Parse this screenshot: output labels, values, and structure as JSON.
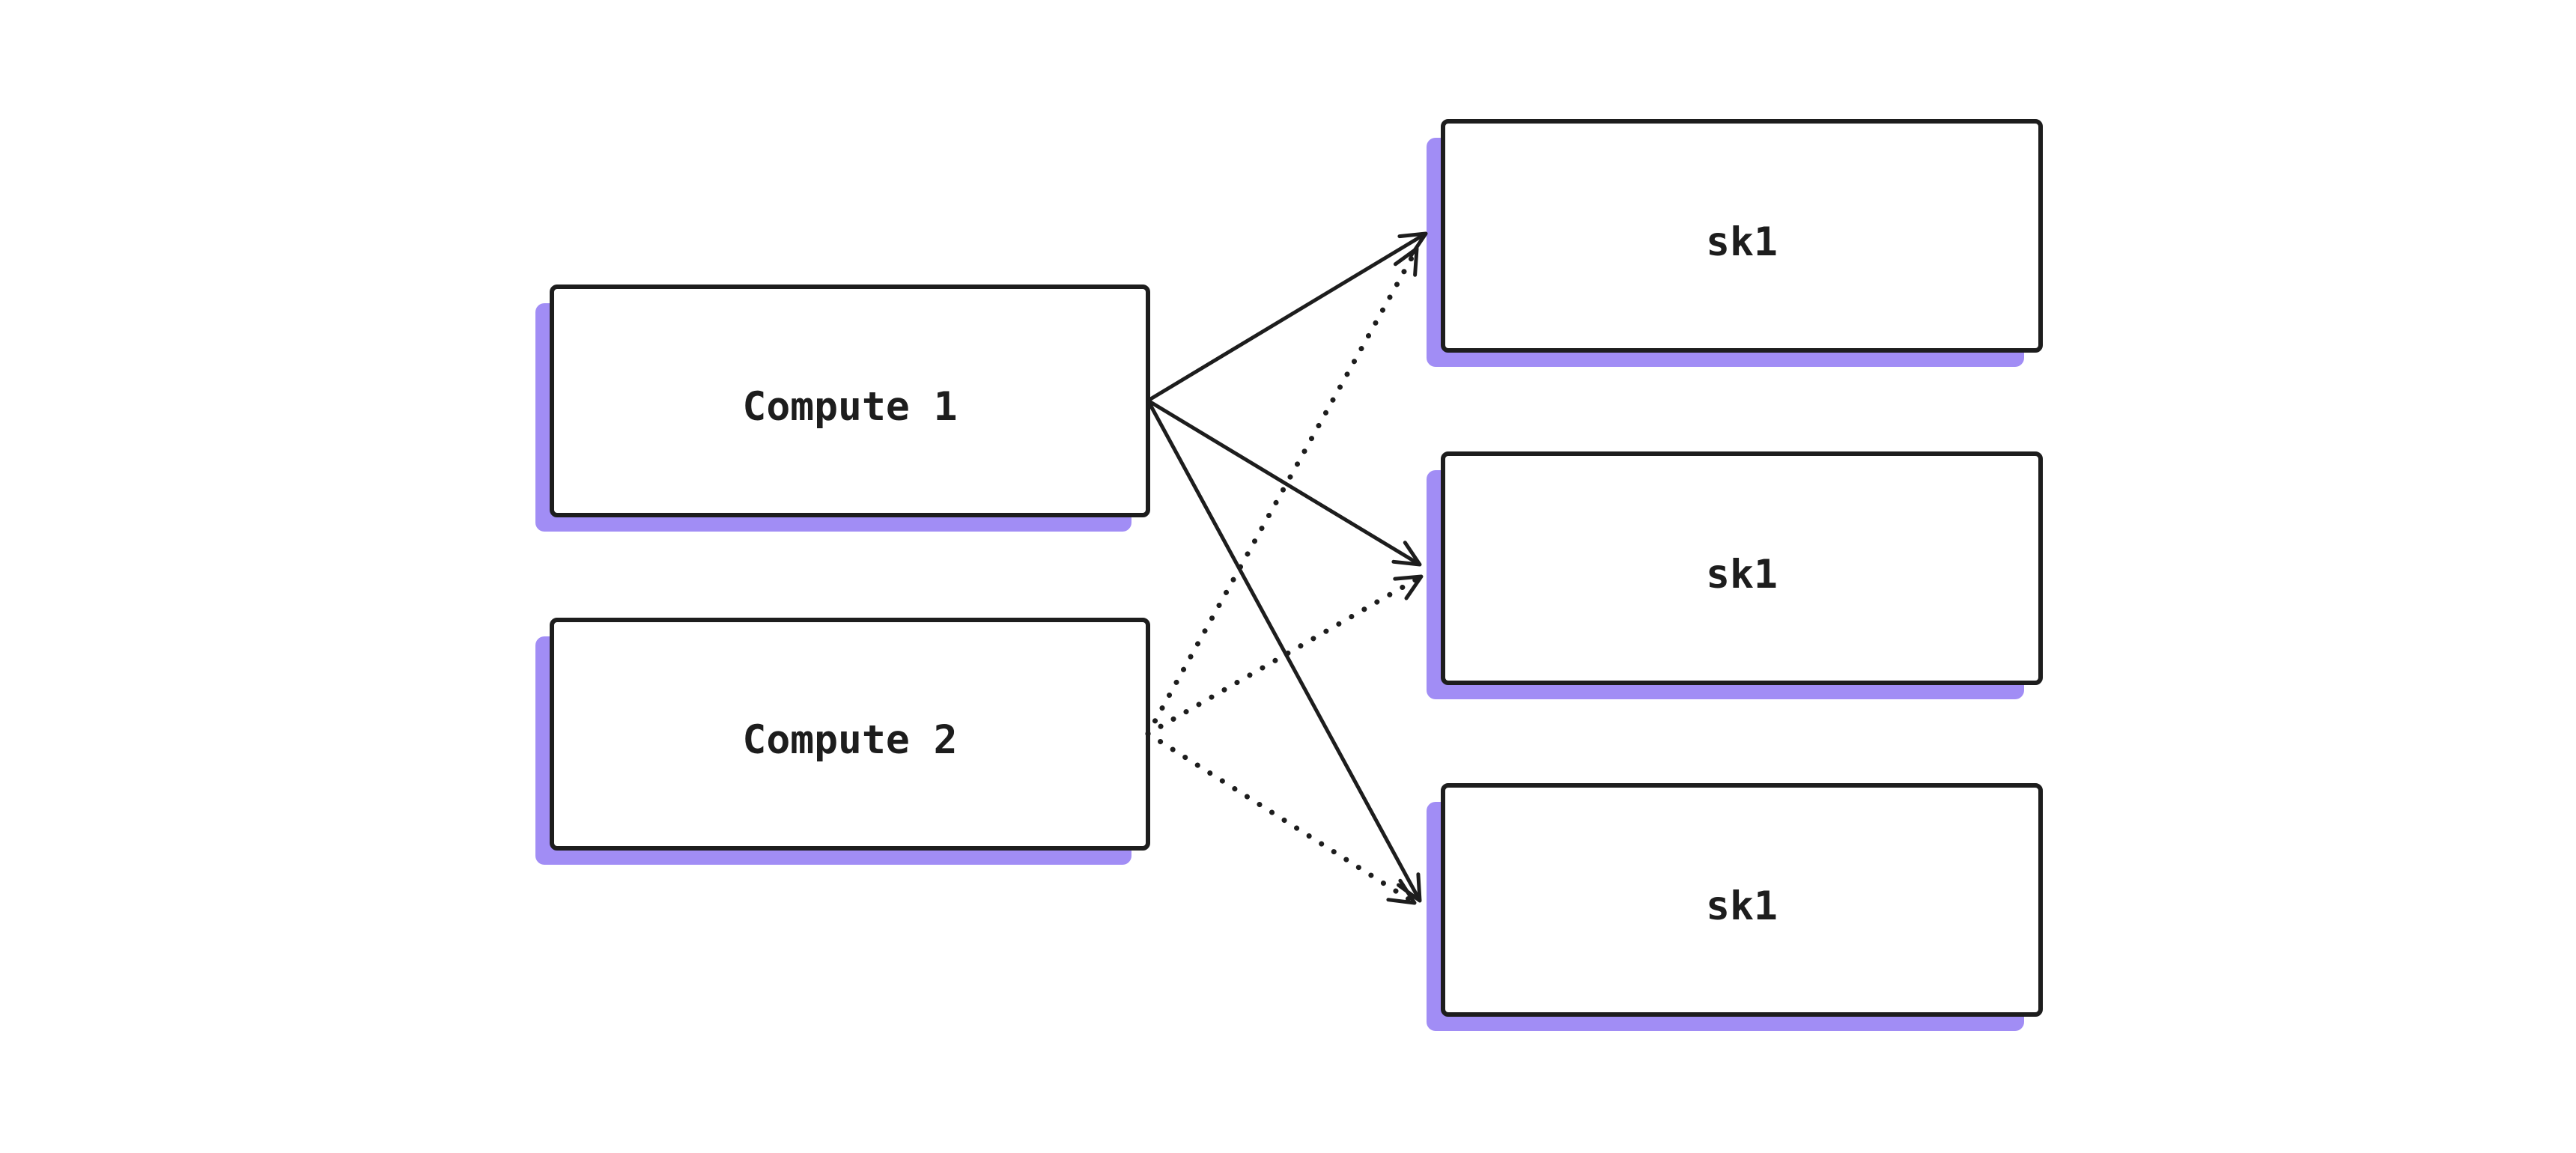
{
  "diagram": {
    "type": "graph",
    "layout_direction": "left-to-right",
    "background": "#ffffff",
    "colors": {
      "node_stroke": "#1d1d1d",
      "node_fill": "#ffffff",
      "node_shadow": "#a18df5",
      "edge_stroke": "#1d1d1d",
      "label_text": "#1d1d1d"
    },
    "nodes": [
      {
        "id": "compute-1",
        "label": "Compute 1",
        "shape": "rectangle-with-offset-shadow"
      },
      {
        "id": "compute-2",
        "label": "Compute 2",
        "shape": "rectangle-with-offset-shadow"
      },
      {
        "id": "sk1-top",
        "label": "sk1",
        "shape": "rectangle-with-offset-shadow"
      },
      {
        "id": "sk1-middle",
        "label": "sk1",
        "shape": "rectangle-with-offset-shadow"
      },
      {
        "id": "sk1-bottom",
        "label": "sk1",
        "shape": "rectangle-with-offset-shadow"
      }
    ],
    "edges": [
      {
        "from": "compute-1",
        "to": "sk1-top",
        "line_style": "solid",
        "arrowhead": "vee"
      },
      {
        "from": "compute-1",
        "to": "sk1-middle",
        "line_style": "solid",
        "arrowhead": "vee"
      },
      {
        "from": "compute-1",
        "to": "sk1-bottom",
        "line_style": "solid",
        "arrowhead": "vee"
      },
      {
        "from": "compute-2",
        "to": "sk1-top",
        "line_style": "dotted",
        "arrowhead": "vee"
      },
      {
        "from": "compute-2",
        "to": "sk1-middle",
        "line_style": "dotted",
        "arrowhead": "vee"
      },
      {
        "from": "compute-2",
        "to": "sk1-bottom",
        "line_style": "dotted",
        "arrowhead": "vee"
      }
    ]
  }
}
